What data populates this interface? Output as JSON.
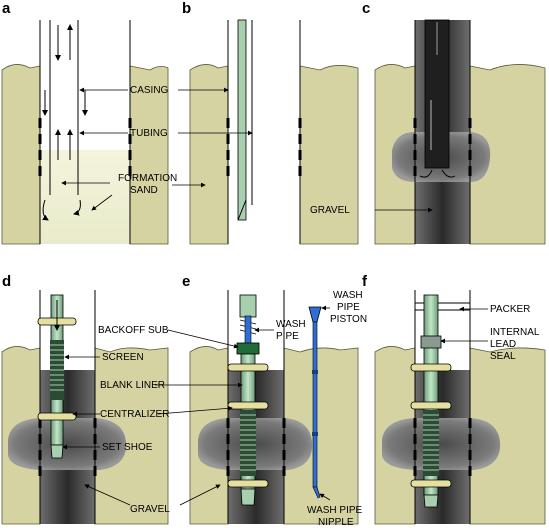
{
  "panels": {
    "a": "a",
    "b": "b",
    "c": "c",
    "d": "d",
    "e": "e",
    "f": "f"
  },
  "labels": {
    "casing": "CASING",
    "tubing": "TUBING",
    "formation_sand_1": "FORMATION",
    "formation_sand_2": "SAND",
    "gravel_c": "GRAVEL",
    "backoff_sub": "BACKOFF SUB",
    "screen": "SCREEN",
    "blank_liner": "BLANK LINER",
    "centralizer": "CENTRALIZER",
    "set_shoe": "SET SHOE",
    "gravel_bottom": "GRAVEL",
    "wash_pipe_1": "WASH",
    "wash_pipe_2": "PIPE",
    "wash_pipe_piston_1": "WASH",
    "wash_pipe_piston_2": "PIPE",
    "wash_pipe_piston_3": "PISTON",
    "wash_pipe_nipple_1": "WASH PIPE",
    "wash_pipe_nipple_2": "NIPPLE",
    "packer": "PACKER",
    "internal_lead_seal_1": "INTERNAL",
    "internal_lead_seal_2": "LEAD",
    "internal_lead_seal_3": "SEAL"
  },
  "colors": {
    "formation": "#d6d3a2",
    "formation_edge": "#5a5a3a",
    "gravel": "#3a3a3a",
    "gravel_light": "#8a8a8a",
    "pipe": "#a8cfae",
    "pipe_dark": "#2d6a3f",
    "backoff": "#1f6b3a",
    "wash_pipe": "#2e6fd6",
    "casing_line": "#000000"
  }
}
